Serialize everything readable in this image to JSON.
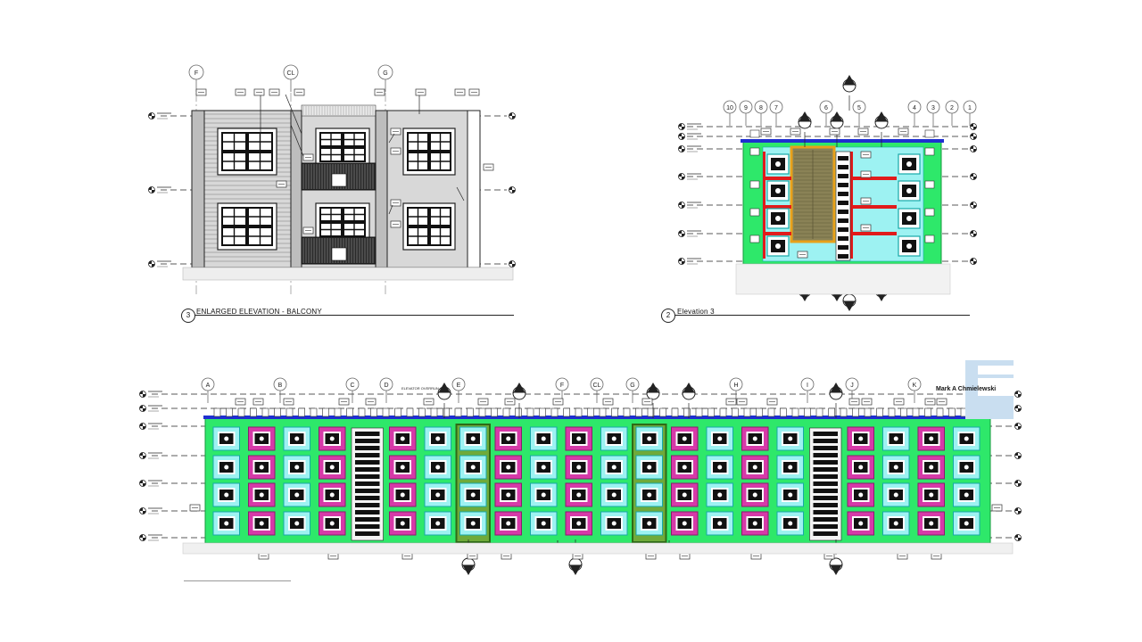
{
  "colors": {
    "green": "#2ee86a",
    "cyan": "#9df2f2",
    "magenta": "#d63aa8",
    "blue": "#1f2fd0",
    "red": "#e11b1b",
    "orange": "#e8a11a",
    "olive": "#8a8256",
    "line": "#222222"
  },
  "views": {
    "balcony": {
      "number": "3",
      "title": "ENLARGED ELEVATION - BALCONY"
    },
    "elev3": {
      "number": "2",
      "title": "Elevation 3"
    }
  },
  "author": "Mark A Chmielewski",
  "grids": {
    "balcony": [
      "F",
      "CL",
      "G"
    ],
    "elev3": [
      "10",
      "9",
      "8",
      "7",
      "6",
      "5",
      "4",
      "3",
      "2",
      "1"
    ],
    "long": [
      "A",
      "B",
      "C",
      "D",
      "E",
      "F",
      "CL",
      "G",
      "H",
      "I",
      "J",
      "K"
    ]
  },
  "annotations": {
    "elevator": "ELEVATOR OVERRUN"
  },
  "icons": {
    "section_marker": "section-marker-icon",
    "level_marker": "level-marker-icon",
    "grid_bubble": "grid-bubble-icon"
  }
}
